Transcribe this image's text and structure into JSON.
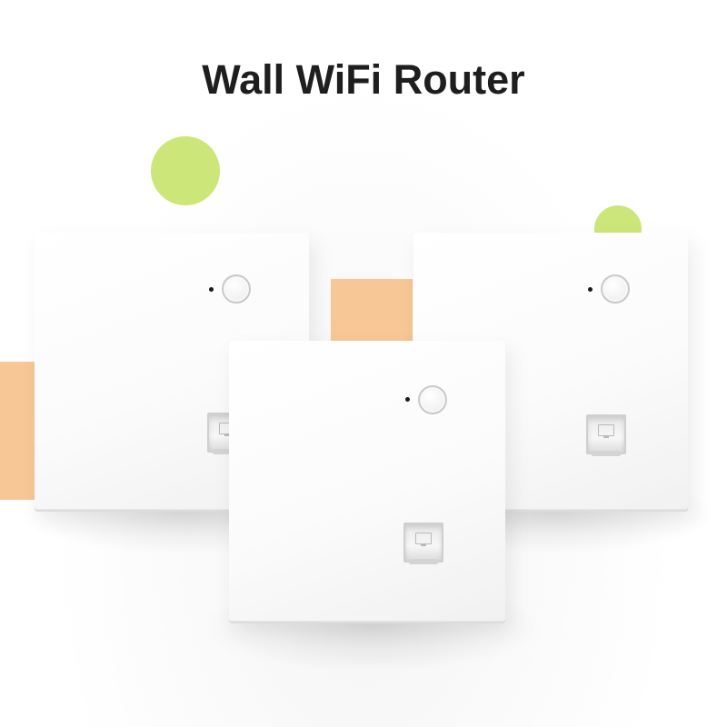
{
  "title": "Wall WiFi Router",
  "colors": {
    "title_text": "#1e1e1e",
    "accent_green": "#cde67a",
    "accent_orange": "#f7c895",
    "device_white": "#ffffff"
  },
  "devices": [
    {
      "position": "left",
      "controls": [
        "led-indicator",
        "reset-button",
        "ethernet-port"
      ]
    },
    {
      "position": "right",
      "controls": [
        "led-indicator",
        "reset-button",
        "ethernet-port"
      ]
    },
    {
      "position": "front",
      "controls": [
        "led-indicator",
        "reset-button",
        "ethernet-port"
      ]
    }
  ],
  "icons": [
    "monitor-icon"
  ]
}
